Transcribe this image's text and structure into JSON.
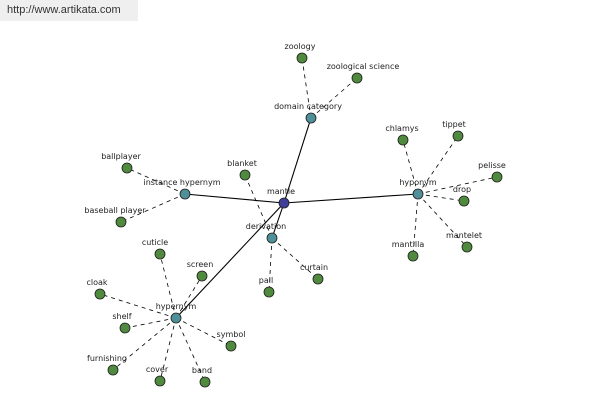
{
  "banner": "http://www.artikata.com",
  "colors": {
    "center": "#3f3f9a",
    "relation": "#4f8f97",
    "leaf": "#4f8a3f",
    "edge": "#000000",
    "dashed": "#000000"
  },
  "nodes": [
    {
      "id": "mantle",
      "label": "mantle",
      "kind": "center"
    },
    {
      "id": "domain",
      "label": "domain category",
      "kind": "relation"
    },
    {
      "id": "instance",
      "label": "instance hypernym",
      "kind": "relation"
    },
    {
      "id": "hyponym",
      "label": "hyponym",
      "kind": "relation"
    },
    {
      "id": "derivation",
      "label": "derivation",
      "kind": "relation"
    },
    {
      "id": "hypernym",
      "label": "hypernym",
      "kind": "relation"
    },
    {
      "id": "zoology",
      "label": "zoology",
      "kind": "leaf"
    },
    {
      "id": "zoosci",
      "label": "zoological science",
      "kind": "leaf"
    },
    {
      "id": "ballplayer",
      "label": "ballplayer",
      "kind": "leaf"
    },
    {
      "id": "baseballplayer",
      "label": "baseball player",
      "kind": "leaf"
    },
    {
      "id": "chlamys",
      "label": "chlamys",
      "kind": "leaf"
    },
    {
      "id": "tippet",
      "label": "tippet",
      "kind": "leaf"
    },
    {
      "id": "pelisse",
      "label": "pelisse",
      "kind": "leaf"
    },
    {
      "id": "drop",
      "label": "drop",
      "kind": "leaf"
    },
    {
      "id": "mantelet",
      "label": "mantelet",
      "kind": "leaf"
    },
    {
      "id": "mantilla",
      "label": "mantilla",
      "kind": "leaf"
    },
    {
      "id": "blanket",
      "label": "blanket",
      "kind": "leaf"
    },
    {
      "id": "pall",
      "label": "pall",
      "kind": "leaf"
    },
    {
      "id": "curtain",
      "label": "curtain",
      "kind": "leaf"
    },
    {
      "id": "cuticle",
      "label": "cuticle",
      "kind": "leaf"
    },
    {
      "id": "screen",
      "label": "screen",
      "kind": "leaf"
    },
    {
      "id": "cloak",
      "label": "cloak",
      "kind": "leaf"
    },
    {
      "id": "shelf",
      "label": "shelf",
      "kind": "leaf"
    },
    {
      "id": "furnishing",
      "label": "furnishing",
      "kind": "leaf"
    },
    {
      "id": "cover",
      "label": "cover",
      "kind": "leaf"
    },
    {
      "id": "band",
      "label": "band",
      "kind": "leaf"
    },
    {
      "id": "symbol",
      "label": "symbol",
      "kind": "leaf"
    }
  ],
  "edges": [
    {
      "from": "mantle",
      "to": "domain",
      "style": "solid"
    },
    {
      "from": "mantle",
      "to": "instance",
      "style": "solid"
    },
    {
      "from": "mantle",
      "to": "hyponym",
      "style": "solid"
    },
    {
      "from": "mantle",
      "to": "derivation",
      "style": "solid"
    },
    {
      "from": "mantle",
      "to": "hypernym",
      "style": "solid"
    },
    {
      "from": "domain",
      "to": "zoology",
      "style": "dashed"
    },
    {
      "from": "domain",
      "to": "zoosci",
      "style": "dashed"
    },
    {
      "from": "instance",
      "to": "ballplayer",
      "style": "dashed"
    },
    {
      "from": "instance",
      "to": "baseballplayer",
      "style": "dashed"
    },
    {
      "from": "hyponym",
      "to": "chlamys",
      "style": "dashed"
    },
    {
      "from": "hyponym",
      "to": "tippet",
      "style": "dashed"
    },
    {
      "from": "hyponym",
      "to": "pelisse",
      "style": "dashed"
    },
    {
      "from": "hyponym",
      "to": "drop",
      "style": "dashed"
    },
    {
      "from": "hyponym",
      "to": "mantelet",
      "style": "dashed"
    },
    {
      "from": "hyponym",
      "to": "mantilla",
      "style": "dashed"
    },
    {
      "from": "derivation",
      "to": "blanket",
      "style": "dashed"
    },
    {
      "from": "derivation",
      "to": "pall",
      "style": "dashed"
    },
    {
      "from": "derivation",
      "to": "curtain",
      "style": "dashed"
    },
    {
      "from": "hypernym",
      "to": "cuticle",
      "style": "dashed"
    },
    {
      "from": "hypernym",
      "to": "screen",
      "style": "dashed"
    },
    {
      "from": "hypernym",
      "to": "cloak",
      "style": "dashed"
    },
    {
      "from": "hypernym",
      "to": "shelf",
      "style": "dashed"
    },
    {
      "from": "hypernym",
      "to": "furnishing",
      "style": "dashed"
    },
    {
      "from": "hypernym",
      "to": "cover",
      "style": "dashed"
    },
    {
      "from": "hypernym",
      "to": "band",
      "style": "dashed"
    },
    {
      "from": "hypernym",
      "to": "symbol",
      "style": "dashed"
    }
  ]
}
